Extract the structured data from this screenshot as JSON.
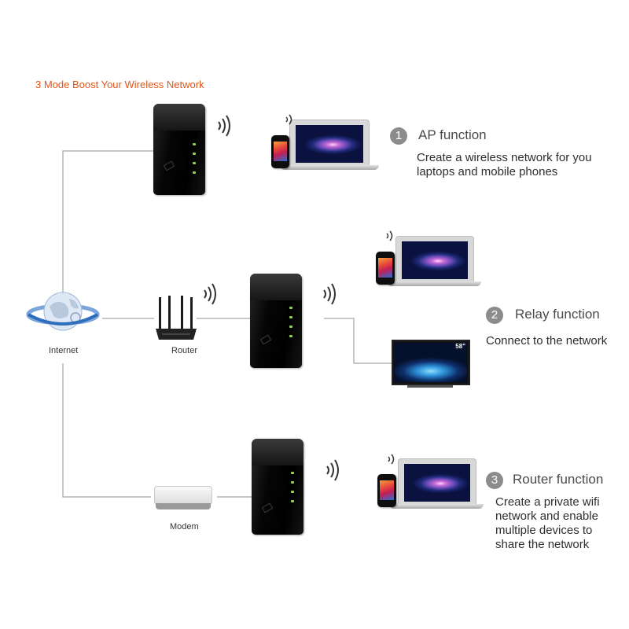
{
  "headline": "3 Mode Boost Your Wireless Network",
  "network": {
    "internet_label": "Internet",
    "router_label": "Router",
    "modem_label": "Modem"
  },
  "modes": [
    {
      "number": "1",
      "title": "AP function",
      "description": "Create a wireless network for you laptops and mobile phones"
    },
    {
      "number": "2",
      "title": "Relay function",
      "description": "Connect to the network"
    },
    {
      "number": "3",
      "title": "Router function",
      "description": "Create a private wifi network and enable multiple devices to share the network"
    }
  ],
  "tv_size_label": "58\"",
  "colors": {
    "headline": "#e0571c",
    "badge": "#8c8c8c",
    "line": "#b5b5b5",
    "led": "#8fd44f"
  },
  "icons": [
    "globe-icon",
    "wifi-signal-icon",
    "router-icon",
    "modem-icon",
    "laptop-icon",
    "phone-icon",
    "tv-icon",
    "repeater-device-icon"
  ]
}
